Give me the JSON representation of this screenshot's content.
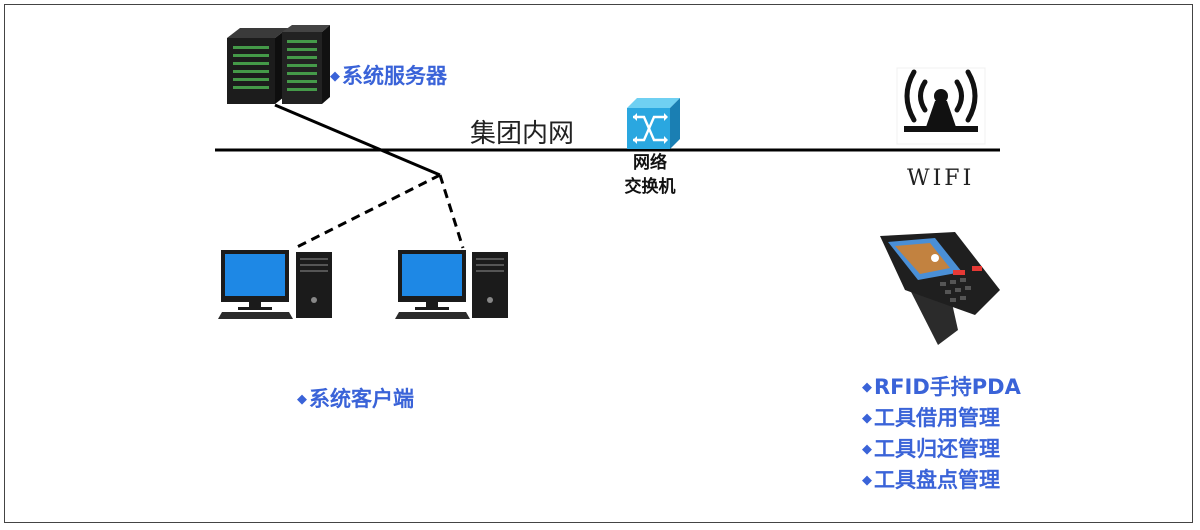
{
  "server": {
    "label": "系统服务器"
  },
  "network": {
    "label": "集团内网"
  },
  "switch": {
    "label_line1": "网络",
    "label_line2": "交换机"
  },
  "wifi": {
    "label": "WIFI"
  },
  "clients": {
    "label": "系统客户端"
  },
  "pda": {
    "features": [
      "RFID手持PDA",
      "工具借用管理",
      "工具归还管理",
      "工具盘点管理"
    ]
  },
  "bullet": "◆",
  "colors": {
    "label": "#3a63d8",
    "line": "#000000",
    "screen": "#1e88e5",
    "switch": "#2aa7e0"
  }
}
